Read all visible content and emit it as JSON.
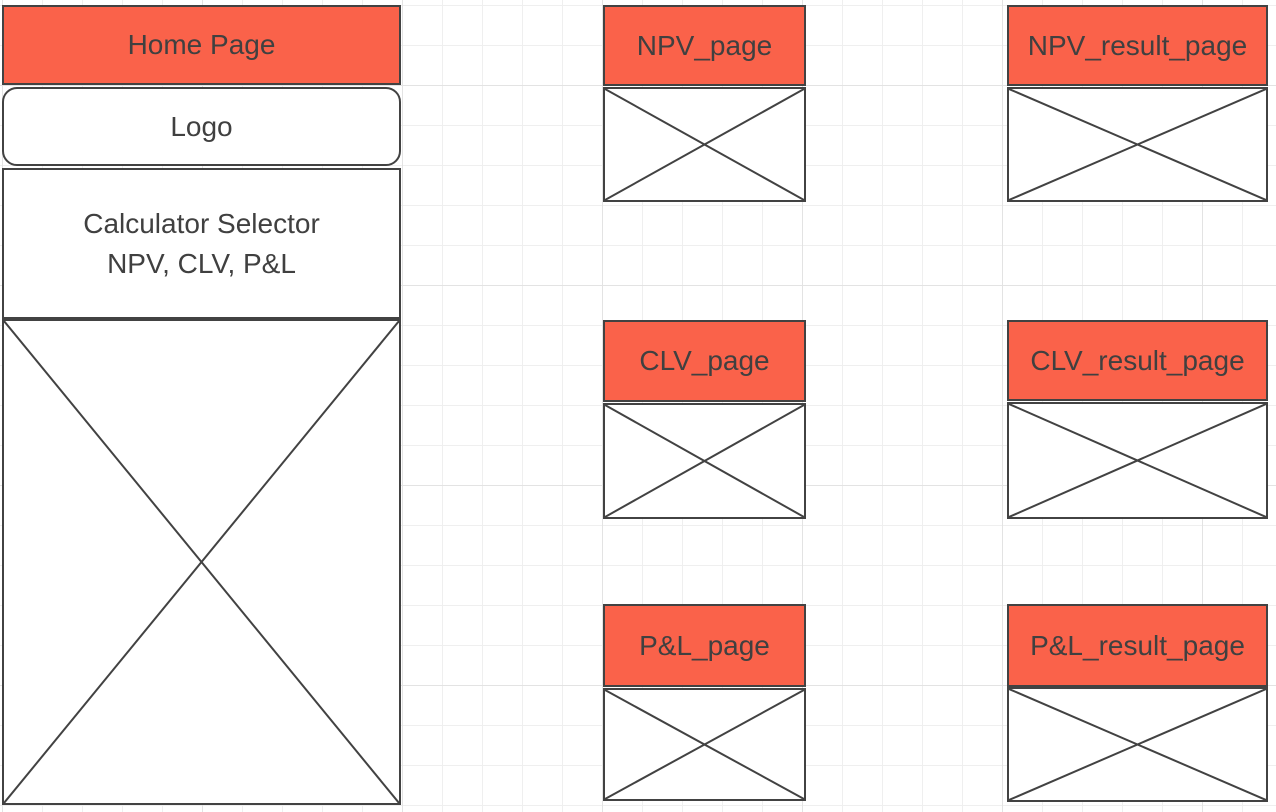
{
  "colors": {
    "accent_fill": "#FA624A",
    "stroke": "#424242",
    "text": "#404040",
    "grid_minor": "#efefef",
    "grid_major": "#e3e3e3",
    "canvas_bg": "#ffffff"
  },
  "home": {
    "title": "Home Page",
    "logo_label": "Logo",
    "selector_line1": "Calculator Selector",
    "selector_line2": "NPV, CLV, P&L"
  },
  "pages": [
    {
      "label": "NPV_page"
    },
    {
      "label": "CLV_page"
    },
    {
      "label": "P&L_page"
    }
  ],
  "result_pages": [
    {
      "label": "NPV_result_page"
    },
    {
      "label": "CLV_result_page"
    },
    {
      "label": "P&L_result_page"
    }
  ]
}
